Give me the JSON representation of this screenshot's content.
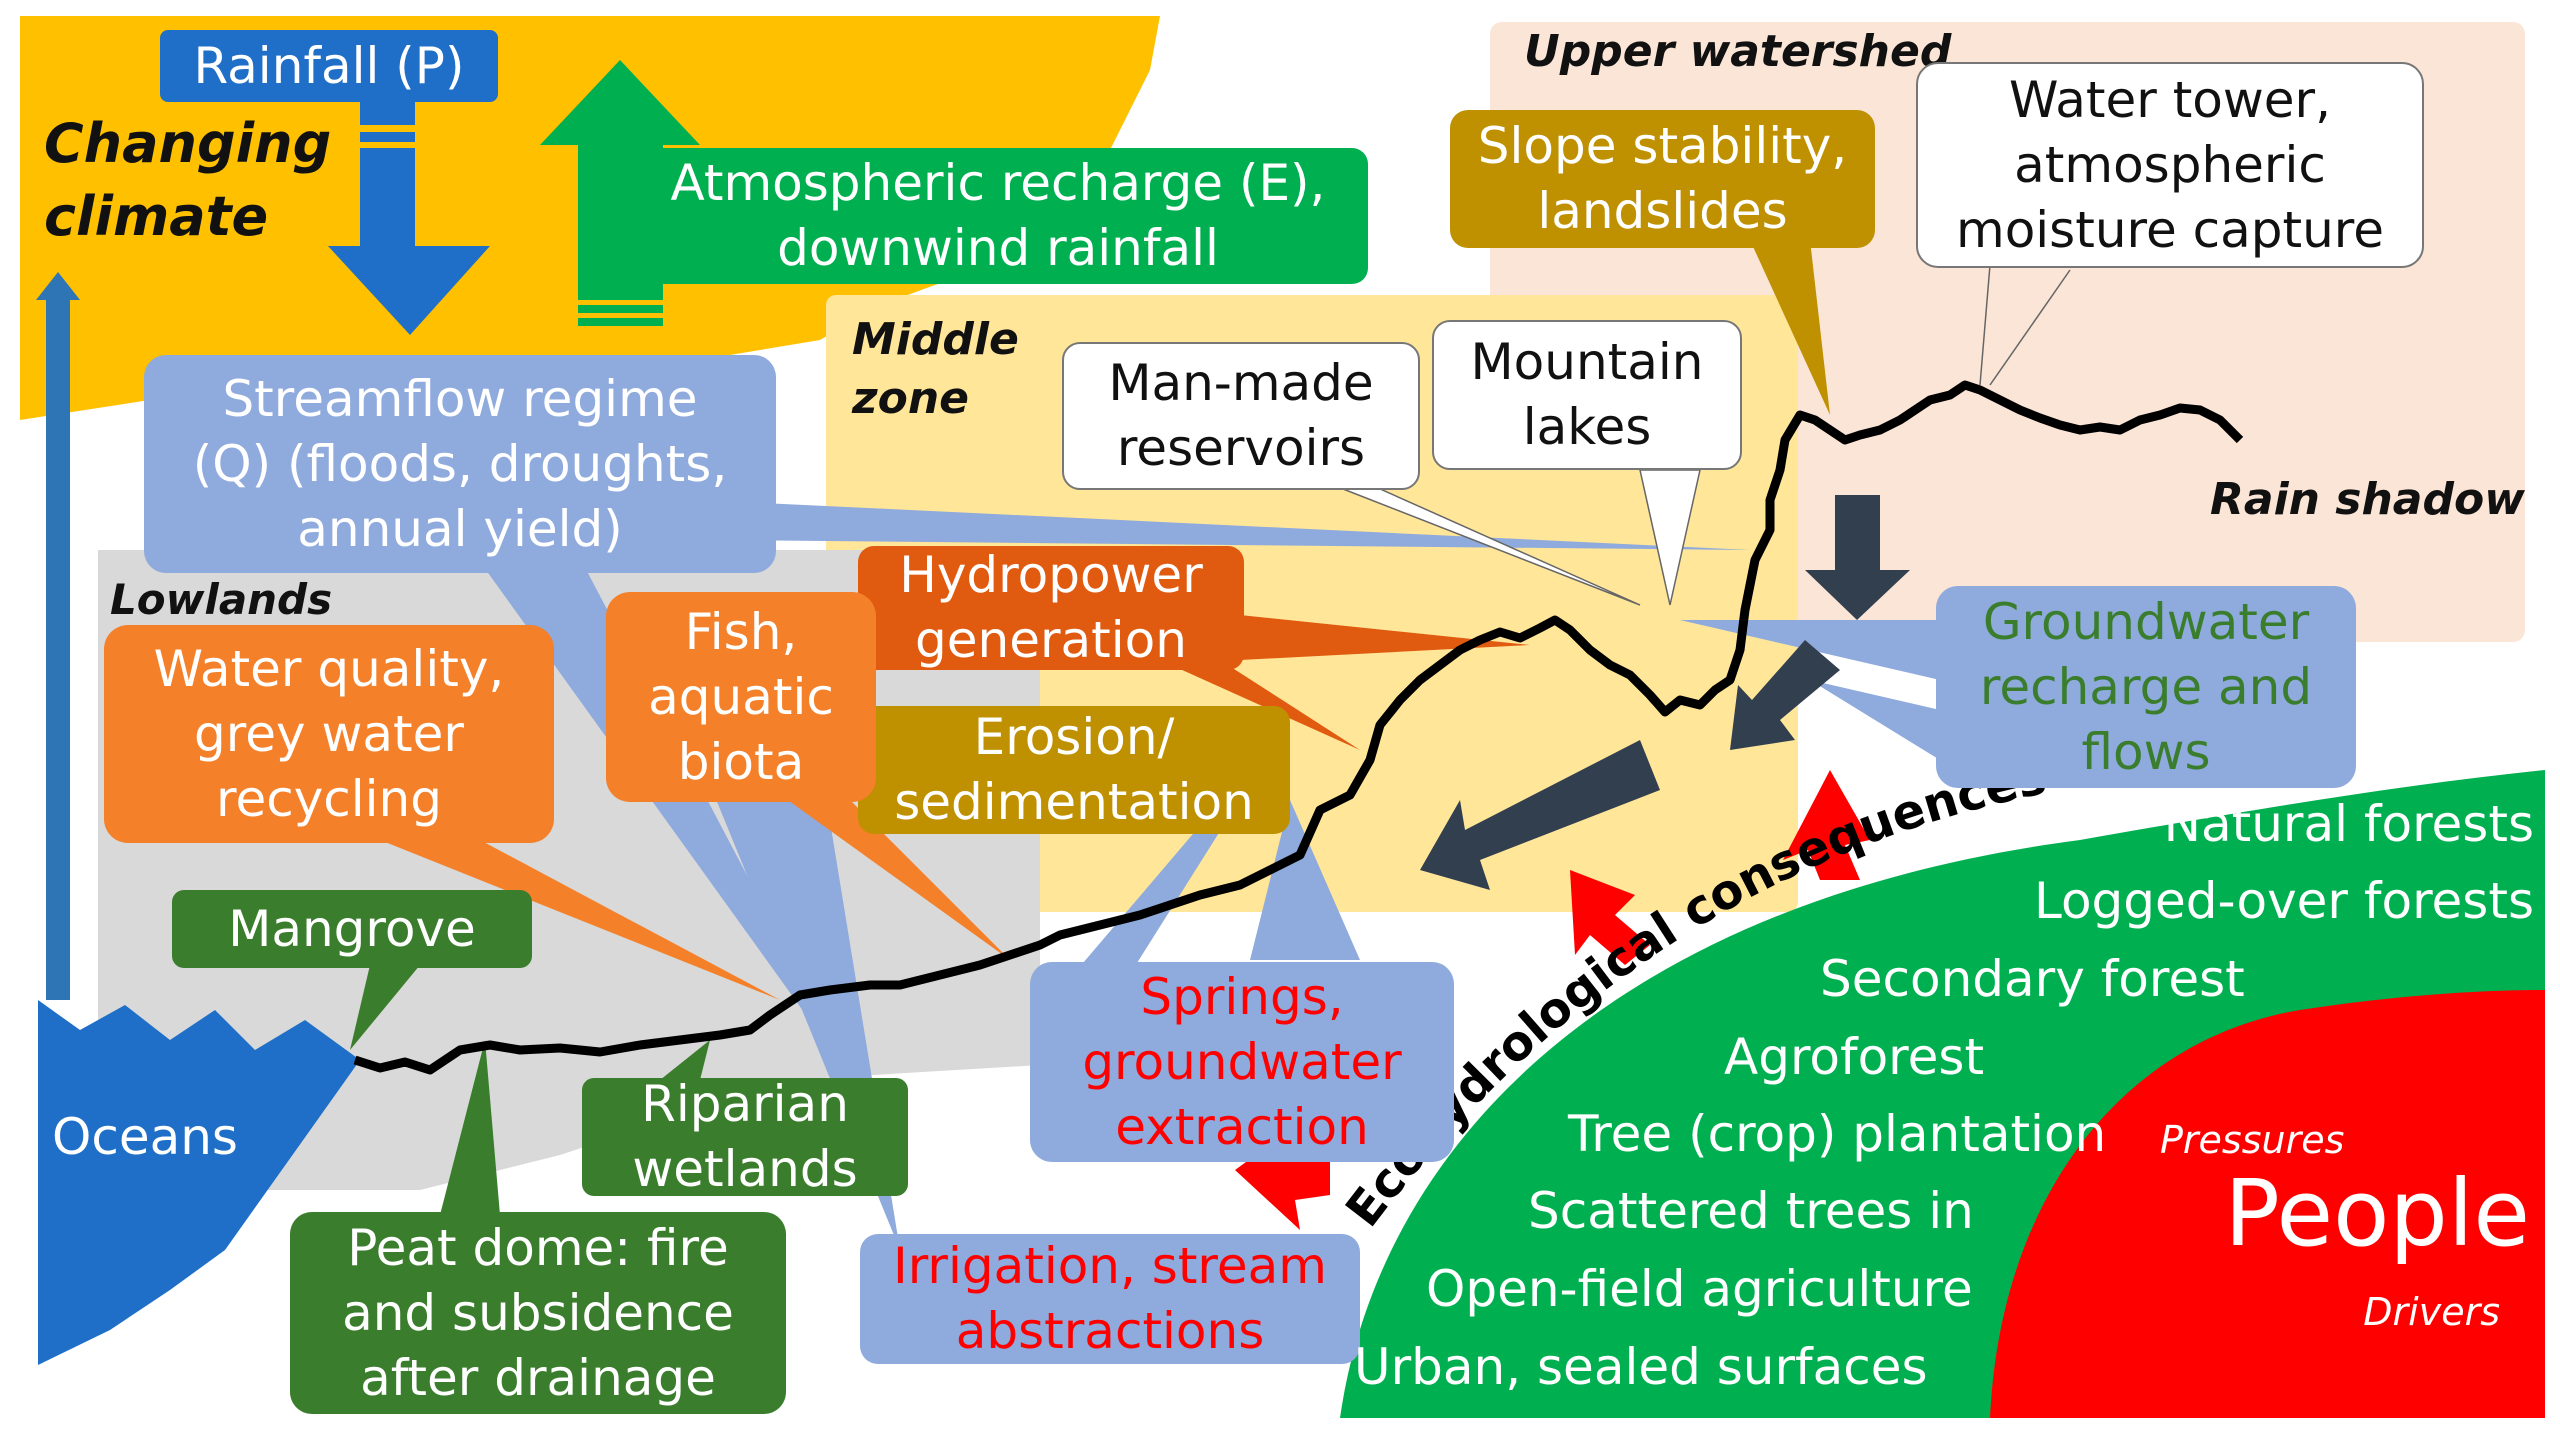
{
  "colors": {
    "climate_yellow": "#FFC000",
    "middle_zone": "#FFE699",
    "upper_watershed": "#FBE5D6",
    "lowlands": "#D9D9D9",
    "light_blue": "#8FAADC",
    "dark_green": "#3A7D2C",
    "bright_green": "#00B050",
    "orange": "#F4802A",
    "dark_orange": "#E05A10",
    "brown_gold": "#BF9000",
    "blue": "#1F6FC8",
    "red": "#FF0000",
    "navy": "#323F4F"
  },
  "zones": {
    "changing_climate": "Changing\nclimate",
    "middle_zone": "Middle\nzone",
    "upper_watershed": "Upper watershed",
    "lowlands": "Lowlands",
    "rain_shadow": "Rain shadow"
  },
  "labels": {
    "rainfall": "Rainfall (P)",
    "atmospheric_recharge": "Atmospheric recharge (E),\ndownwind rainfall",
    "streamflow": "Streamflow regime\n(Q) (floods, droughts,\nannual yield)",
    "man_made_reservoirs": "Man-made\nreservoirs",
    "mountain_lakes": "Mountain\nlakes",
    "slope_stability": "Slope stability,\nlandslides",
    "water_tower": "Water tower,\natmospheric\nmoisture capture",
    "hydropower": "Hydropower\ngeneration",
    "erosion": "Erosion/\nsedimentation",
    "fish": "Fish,\naquatic\nbiota",
    "water_quality": "Water quality,\ngrey water\nrecycling",
    "groundwater_recharge": "Groundwater\nrecharge and\nflows",
    "mangrove": "Mangrove",
    "oceans": "Oceans",
    "riparian": "Riparian\nwetlands",
    "peat_dome": "Peat dome: fire\nand subsidence\nafter drainage",
    "springs": "Springs,\ngroundwater\nextraction",
    "irrigation": "Irrigation, stream\nabstractions",
    "ecohydrological": "Ecohydrological consequences"
  },
  "land_cover": [
    "Natural forests",
    "Logged-over forests",
    "Secondary forest",
    "Agroforest",
    "Tree (crop) plantation",
    "Scattered trees in",
    "Open-field agriculture",
    "Urban, sealed surfaces"
  ],
  "people": {
    "title": "People",
    "pressures": "Pressures",
    "drivers": "Drivers"
  }
}
